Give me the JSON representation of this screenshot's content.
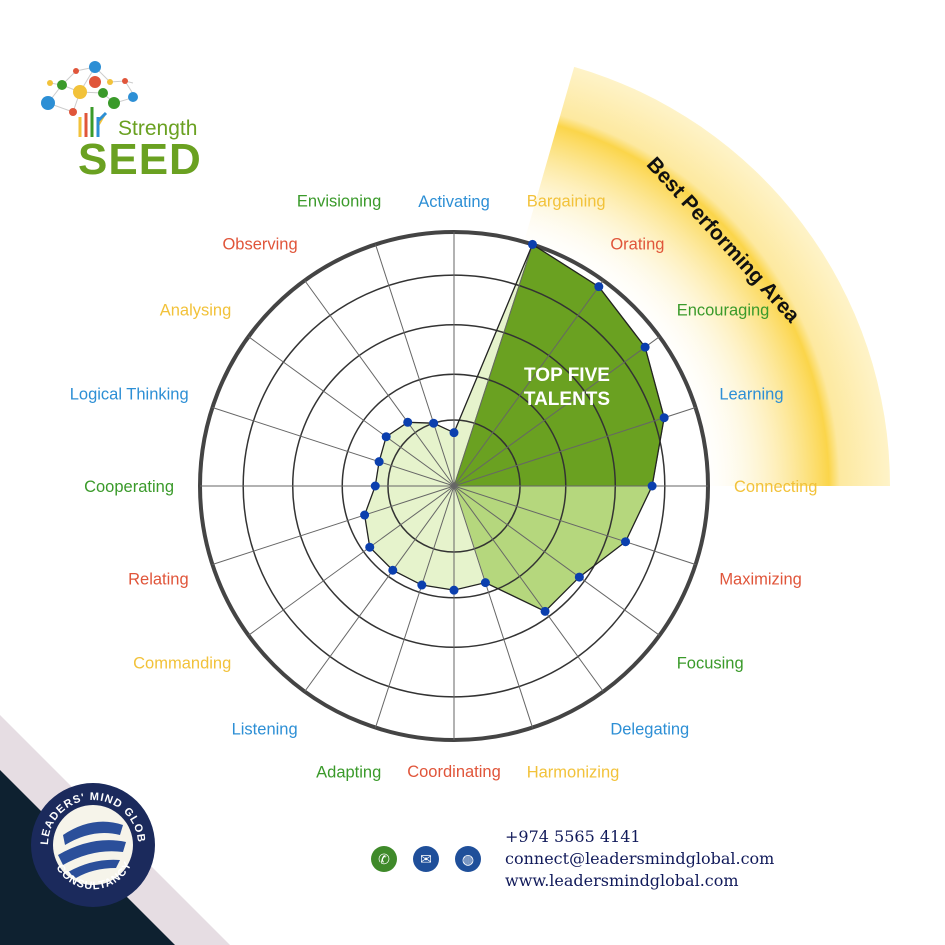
{
  "brand": {
    "line1": "Strength",
    "line2": "SEED"
  },
  "chart_data": {
    "type": "radar",
    "title": "",
    "center_label": [
      "TOP FIVE",
      "TALENTS"
    ],
    "highlight_label": "Best Performing Area",
    "range": [
      0,
      100
    ],
    "rings": [
      26,
      44,
      63.5,
      83,
      100
    ],
    "categories": [
      "Activating",
      "Bargaining",
      "Orating",
      "Encouraging",
      "Learning",
      "Connecting",
      "Maximizing",
      "Focusing",
      "Delegating",
      "Harmonizing",
      "Coordinating",
      "Adapting",
      "Listening",
      "Commanding",
      "Relating",
      "Cooperating",
      "Logical Thinking",
      "Analysing",
      "Observing",
      "Envisioning"
    ],
    "values": [
      21,
      100,
      97,
      93,
      87,
      78,
      71,
      61,
      61,
      40,
      41,
      41,
      41,
      41,
      37,
      31,
      31,
      33,
      31,
      26
    ],
    "label_colors": [
      "#2d8fd5",
      "#f2c23a",
      "#e0553a",
      "#3a9a2a",
      "#2d8fd5",
      "#f2c23a",
      "#e0553a",
      "#3a9a2a",
      "#2d8fd5",
      "#f2c23a",
      "#e0553a",
      "#3a9a2a",
      "#2d8fd5",
      "#f2c23a",
      "#e0553a",
      "#3a9a2a",
      "#2d8fd5",
      "#f2c23a",
      "#e0553a",
      "#3a9a2a"
    ],
    "tiers": {
      "top": "#6aa121",
      "mid": "#b5d77d",
      "low": "#e6f3cc"
    }
  },
  "contact": {
    "phone": "+974 5565 4141",
    "email": "connect@leadersmindglobal.com",
    "web": "www.leadersmindglobal.com"
  },
  "badge": {
    "top": "LEADERS' MIND GLOBAL",
    "bottom": "CONSULTANCY"
  }
}
